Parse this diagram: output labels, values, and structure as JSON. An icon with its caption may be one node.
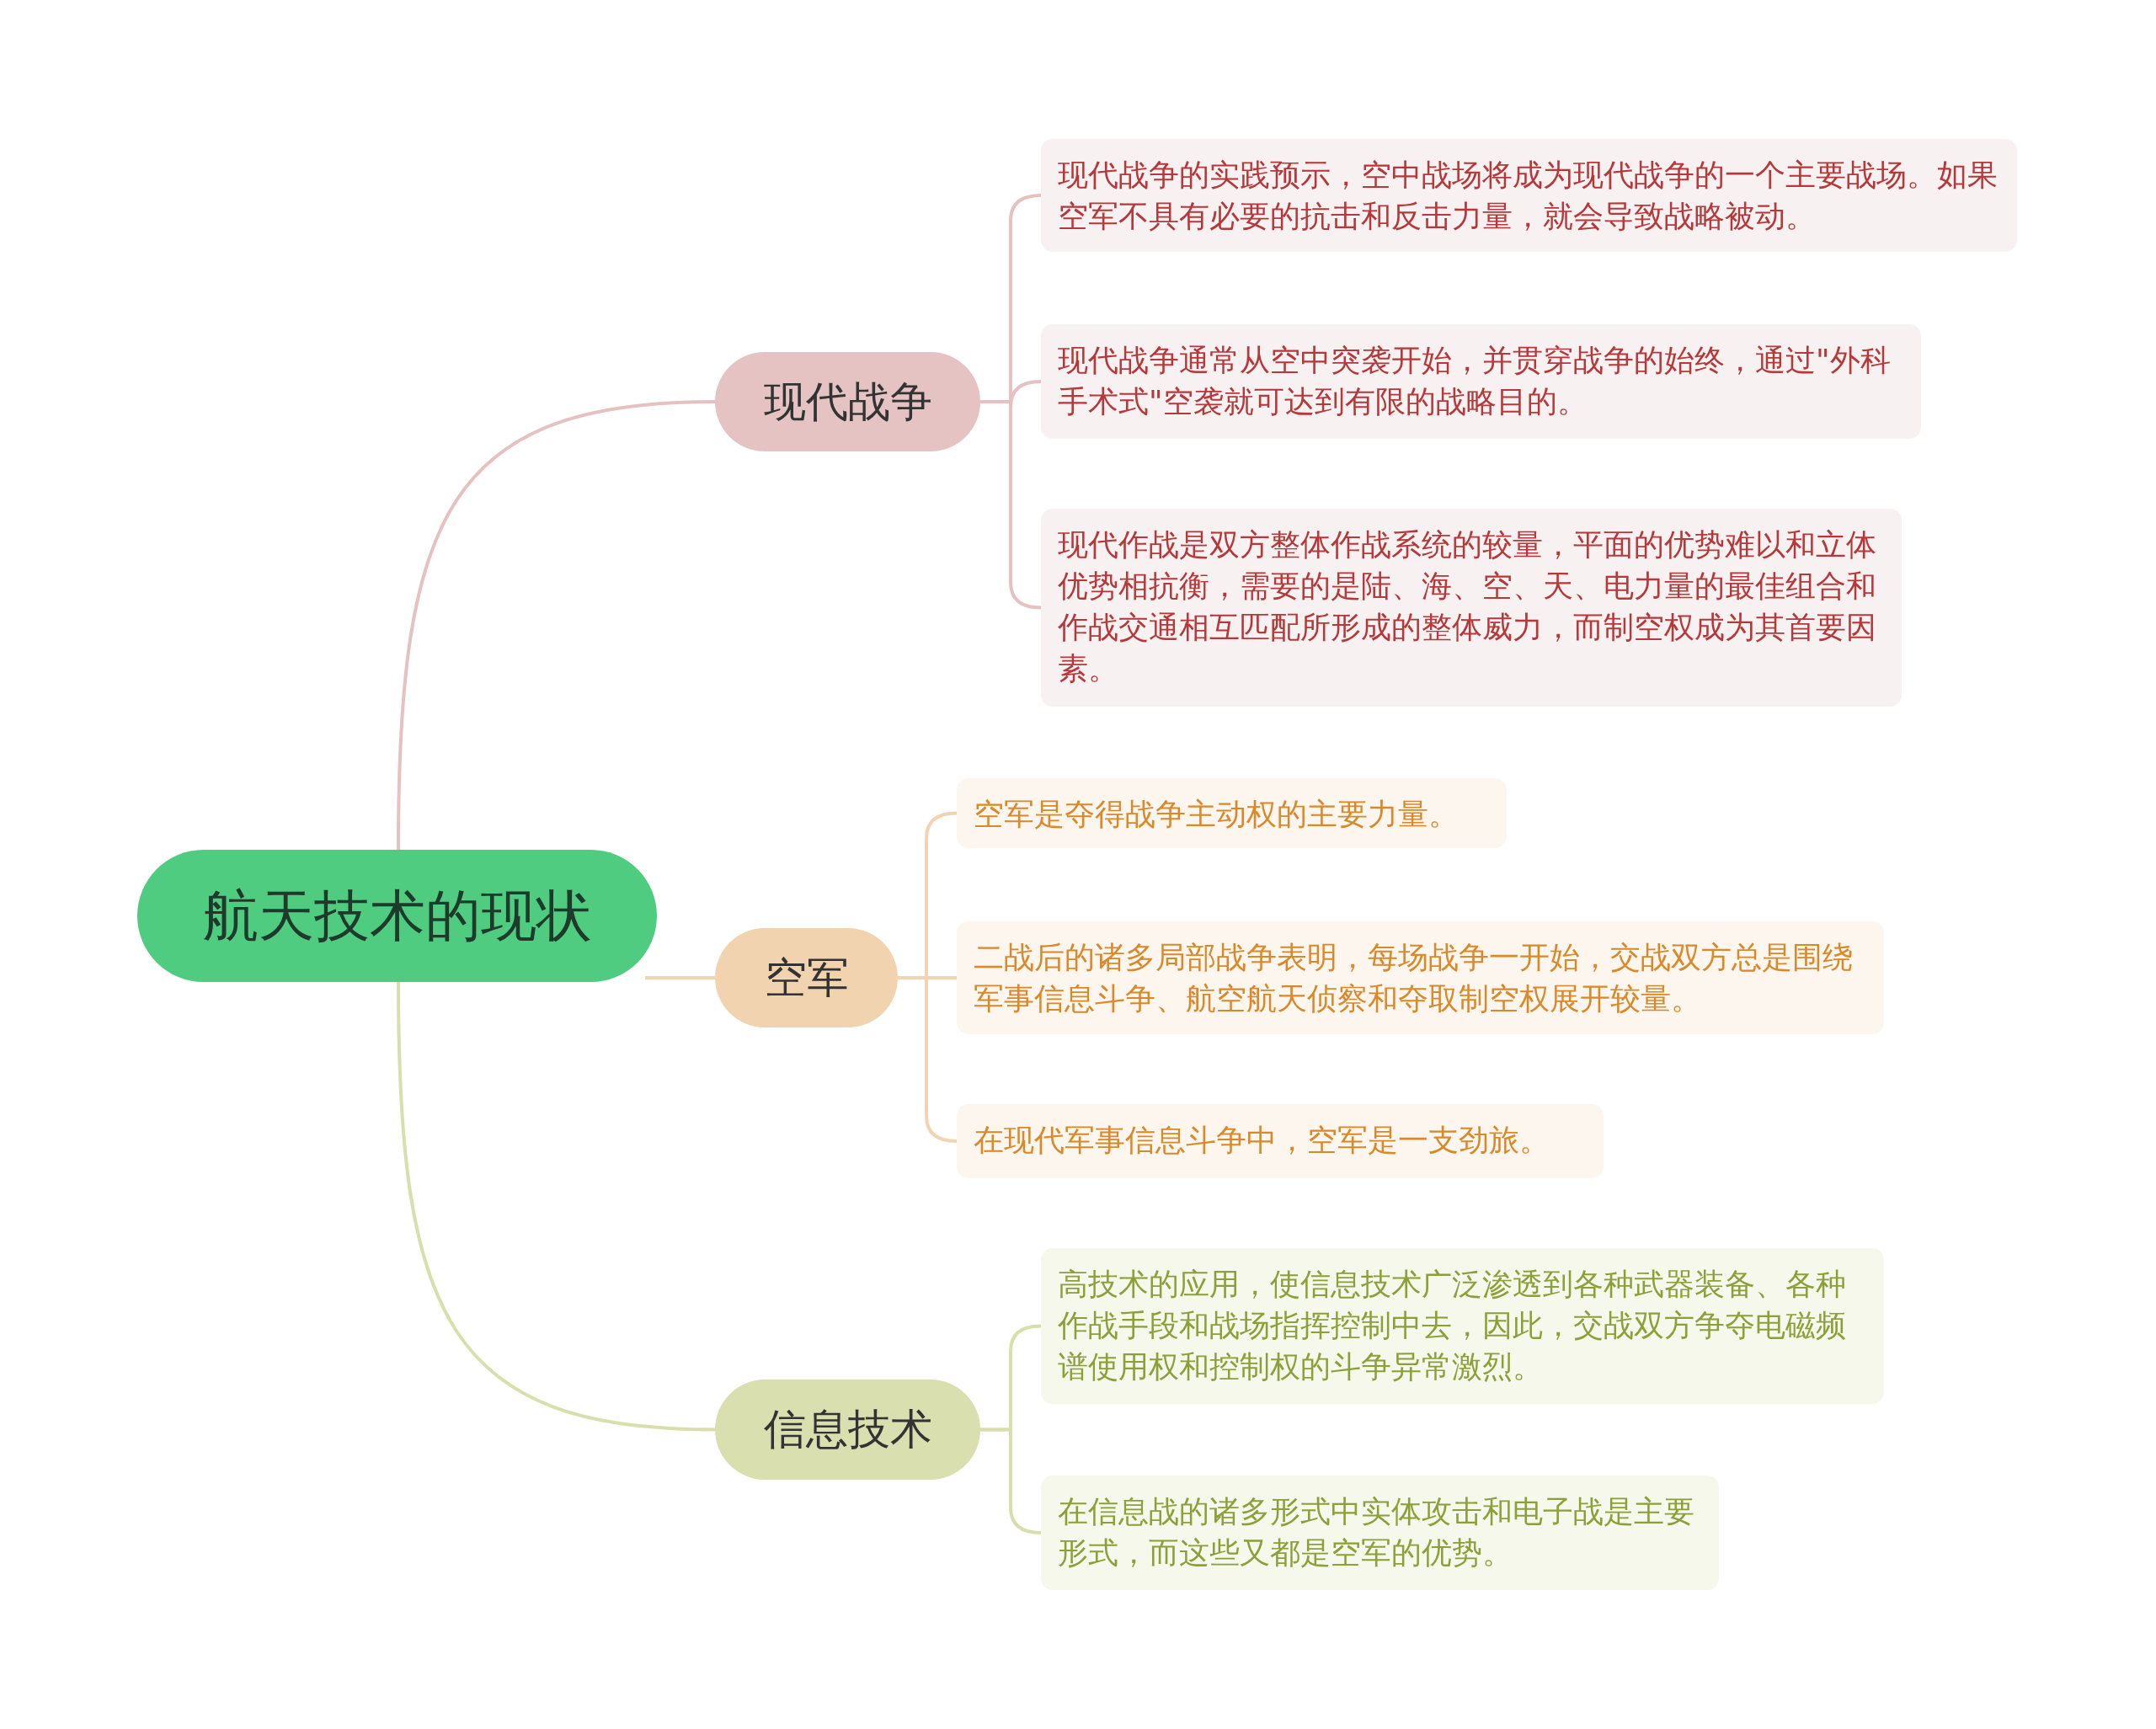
{
  "diagram": {
    "nodes": [
      {
        "text": [
          "航天技术的现状"
        ]
      },
      {
        "text": [
          "现代战争"
        ]
      },
      {
        "text": [
          "现代战争的实践预示，空中战场将成为现代战争的一个主要战场。如果空军不具有必要的抗击和反击力量，就会导致战略被动。"
        ]
      },
      {
        "text": [
          "现代战争通常从空中突袭开始，并贯穿战争的始终，通过\"外科手术式\"空袭就可达到有限的战略目的。"
        ]
      },
      {
        "text": [
          "现代作战是双方整体作战系统的较量，平面的优势难以和立体优势相抗衡，需要的是陆、海、空、天、电力量的最佳组合和作战交通相互匹配所形成的整体威力，而制空权成为其首要因素。"
        ]
      },
      {
        "text": [
          "空军"
        ]
      },
      {
        "text": [
          "空军是夺得战争主动权的主要力量。"
        ]
      },
      {
        "text": [
          "二战后的诸多局部战争表明，每场战争一开始，交战双方总是围绕军事信息斗争、航空航天侦察和夺取制空权展开较量。"
        ]
      },
      {
        "text": [
          "在现代军事信息斗争中，空军是一支劲旅。"
        ]
      },
      {
        "text": [
          "信息技术"
        ]
      },
      {
        "text": [
          "高技术的应用，使信息技术广泛渗透到各种武器装备、各种作战手段和战场指挥控制中去，因此，交战双方争夺电磁频谱使用权和控制权的斗争异常激烈。"
        ]
      },
      {
        "text": [
          "在信息战的诸多形式中实体攻击和电子战是主要形式，而这些又都是空军的优势。"
        ]
      }
    ],
    "edges": [
      {
        "from": 0,
        "to": 1,
        "arrow": "none",
        "color": "#e5c1c1"
      },
      {
        "from": 1,
        "to": 2,
        "arrow": "none",
        "color": "#e5c1c1"
      },
      {
        "from": 1,
        "to": 3,
        "arrow": "none",
        "color": "#e5c1c1"
      },
      {
        "from": 1,
        "to": 4,
        "arrow": "none",
        "color": "#e5c1c1"
      },
      {
        "from": 0,
        "to": 5,
        "arrow": "none",
        "color": "#f3d4b2"
      },
      {
        "from": 5,
        "to": 6,
        "arrow": "none",
        "color": "#f3d4b2"
      },
      {
        "from": 5,
        "to": 7,
        "arrow": "none",
        "color": "#f3d4b2"
      },
      {
        "from": 5,
        "to": 8,
        "arrow": "none",
        "color": "#f3d4b2"
      },
      {
        "from": 0,
        "to": 9,
        "arrow": "none",
        "color": "#d8dfab"
      },
      {
        "from": 9,
        "to": 10,
        "arrow": "none",
        "color": "#d8dfab"
      },
      {
        "from": 9,
        "to": 11,
        "arrow": "none",
        "color": "#d8dfab"
      }
    ]
  }
}
